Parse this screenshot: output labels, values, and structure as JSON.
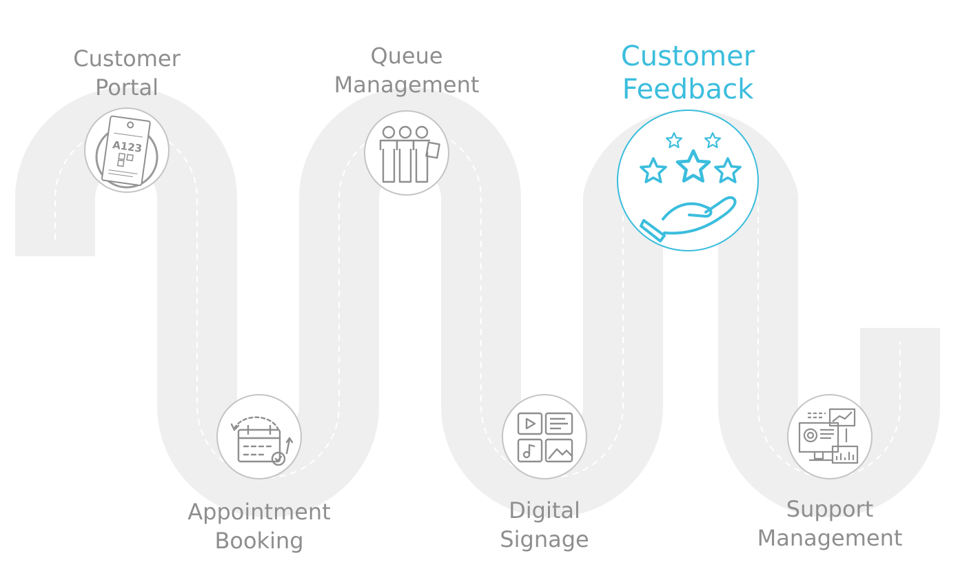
{
  "steps": [
    {
      "line1": "Customer",
      "line2": "Portal",
      "icon": "ticket-icon",
      "ticket_text": "A123",
      "active": false
    },
    {
      "line1": "Appointment",
      "line2": "Booking",
      "icon": "calendar-icon",
      "active": false
    },
    {
      "line1": "Queue",
      "line2": "Management",
      "icon": "people-queue-icon",
      "active": false
    },
    {
      "line1": "Digital",
      "line2": "Signage",
      "icon": "media-signage-icon",
      "active": false
    },
    {
      "line1": "Customer",
      "line2": "Feedback",
      "icon": "stars-hand-icon",
      "active": true
    },
    {
      "line1": "Support",
      "line2": "Management",
      "icon": "monitor-dashboard-icon",
      "active": false
    }
  ],
  "colors": {
    "road": "#efefef",
    "dash": "#ffffff",
    "inactive": "#8e8e8e",
    "active": "#3bbddd",
    "circle_border": "#c4c4c4"
  }
}
